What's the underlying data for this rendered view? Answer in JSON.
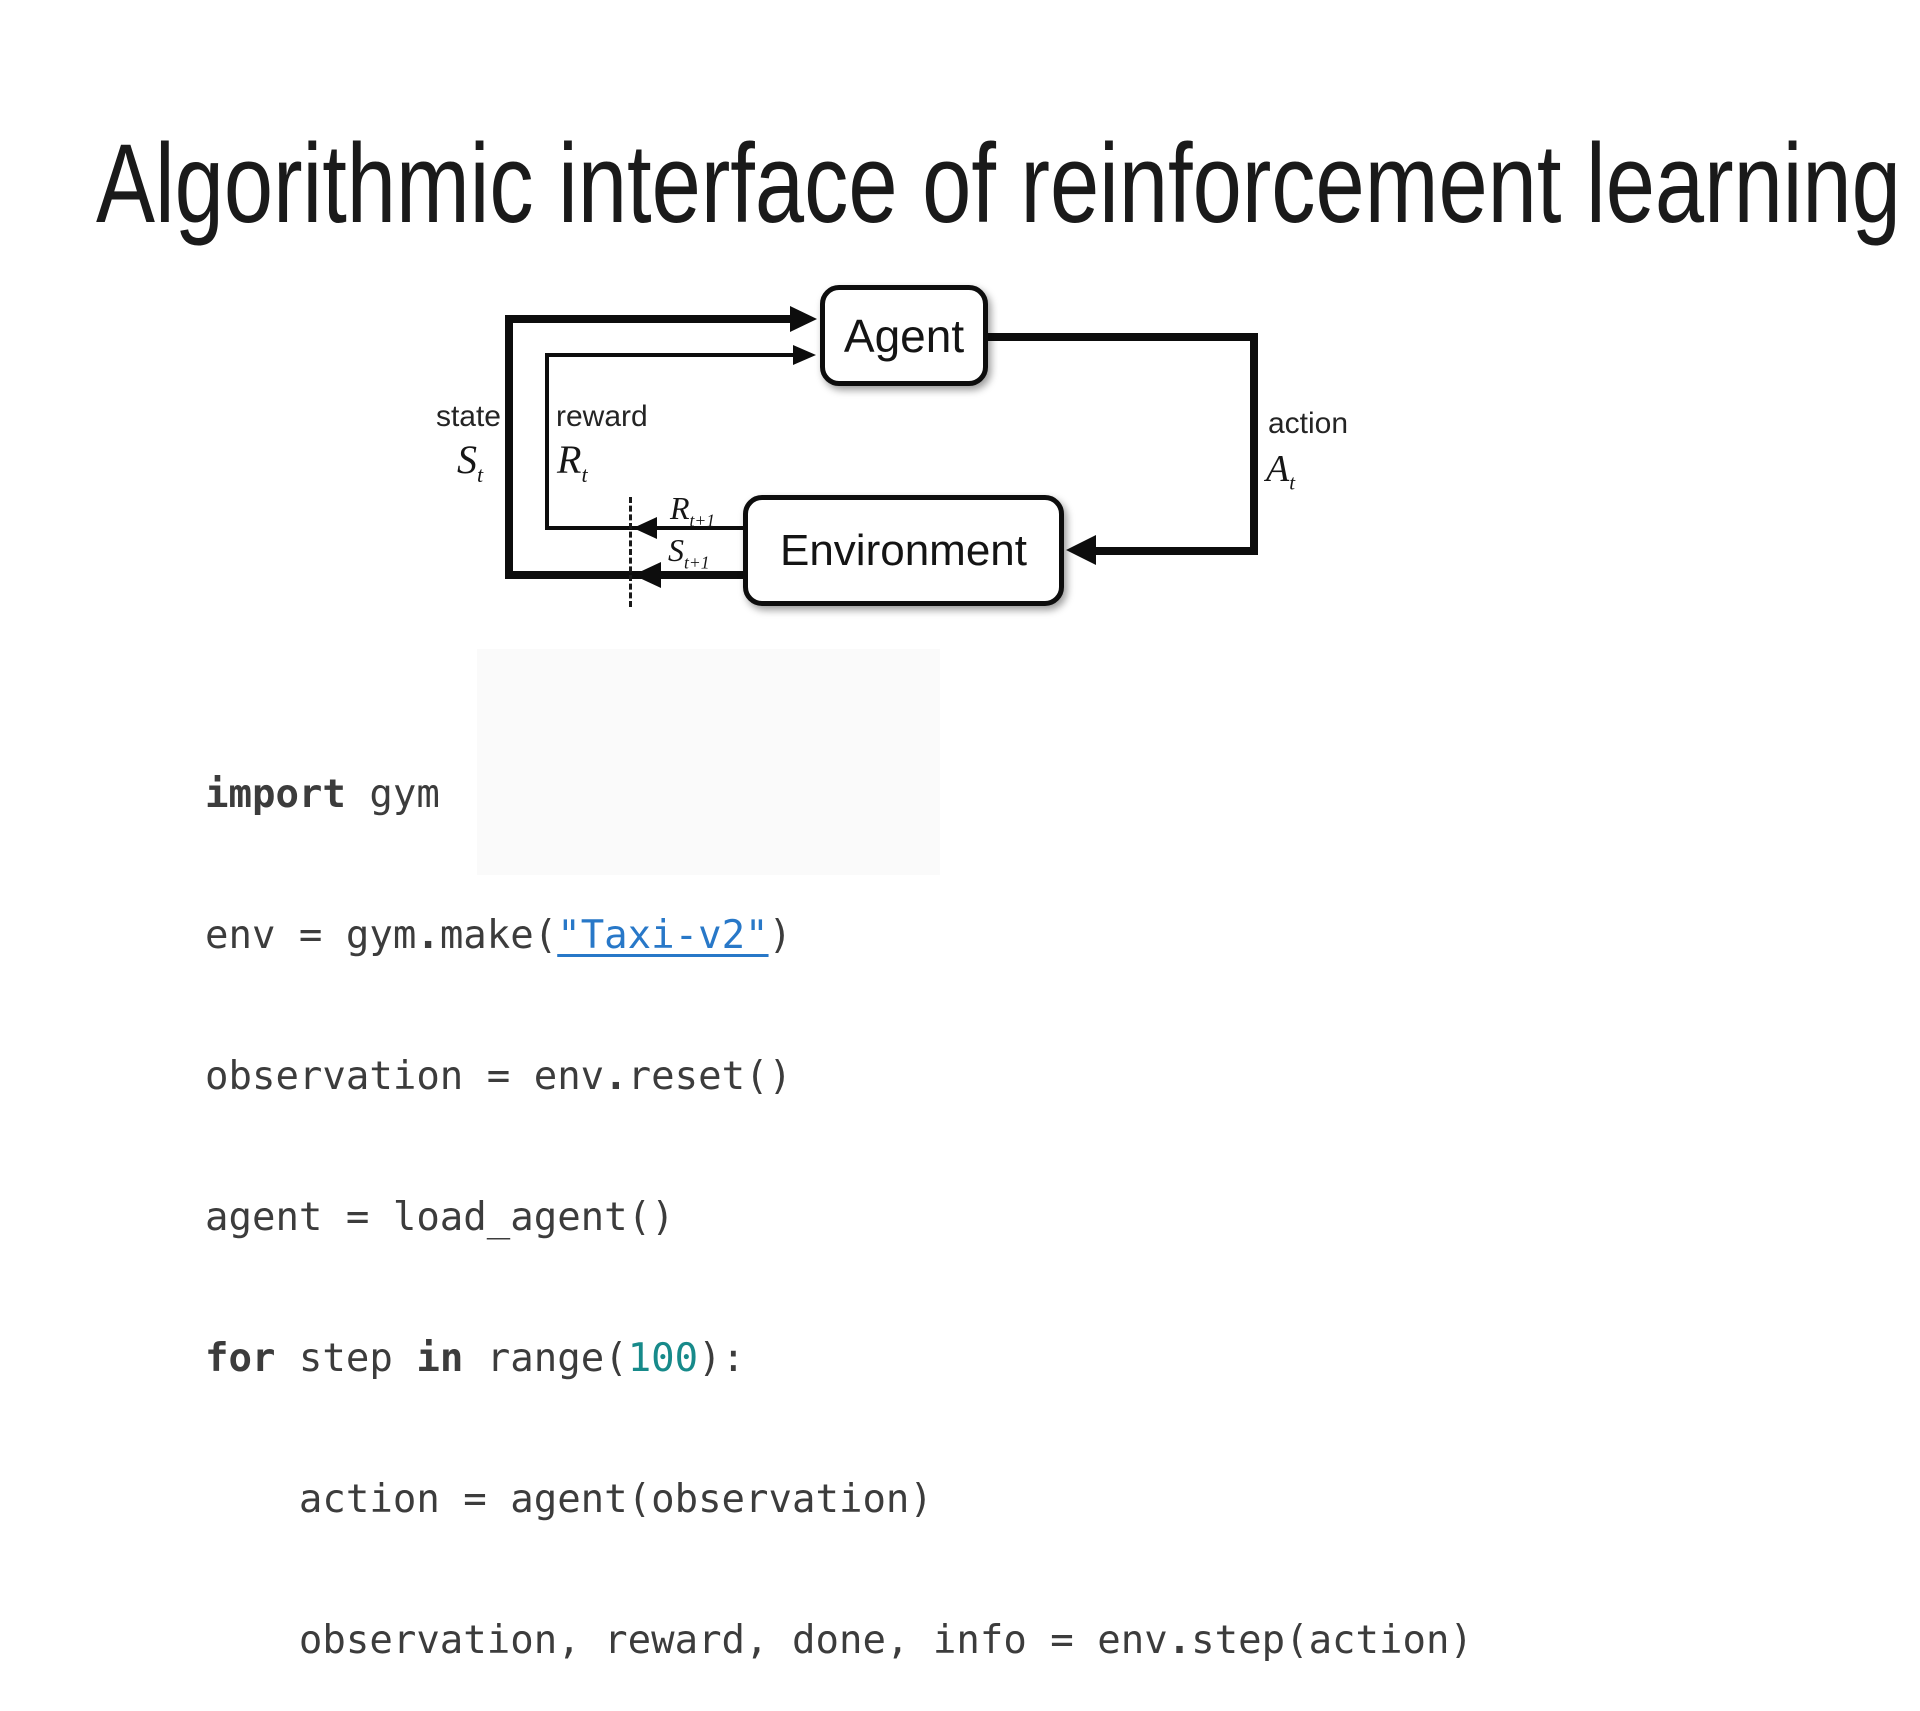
{
  "slide": {
    "title": "Algorithmic interface of reinforcement learning"
  },
  "diagram": {
    "agent_label": "Agent",
    "environment_label": "Environment",
    "state_label": "state",
    "state_symbol": "S",
    "state_symbol_sub": "t",
    "reward_label": "reward",
    "reward_symbol": "R",
    "reward_symbol_sub": "t",
    "action_label": "action",
    "action_symbol": "A",
    "action_symbol_sub": "t",
    "next_reward_symbol": "R",
    "next_reward_sub": "t+1",
    "next_state_symbol": "S",
    "next_state_sub": "t+1"
  },
  "code": {
    "lines": [
      {
        "tokens": [
          {
            "s": "kw",
            "t": "import"
          },
          {
            "s": "p",
            "t": " gym"
          }
        ]
      },
      {
        "tokens": [
          {
            "s": "p",
            "t": "env = gym"
          },
          {
            "s": "op",
            "t": "."
          },
          {
            "s": "p",
            "t": "make("
          },
          {
            "s": "link",
            "t": "\"Taxi-v2\""
          },
          {
            "s": "p",
            "t": ")"
          }
        ]
      },
      {
        "tokens": [
          {
            "s": "p",
            "t": "observation = env"
          },
          {
            "s": "op",
            "t": "."
          },
          {
            "s": "p",
            "t": "reset()"
          }
        ]
      },
      {
        "tokens": [
          {
            "s": "p",
            "t": "agent = load_agent()"
          }
        ]
      },
      {
        "tokens": [
          {
            "s": "kw",
            "t": "for"
          },
          {
            "s": "p",
            "t": " step "
          },
          {
            "s": "kw",
            "t": "in"
          },
          {
            "s": "p",
            "t": " range("
          },
          {
            "s": "num",
            "t": "100"
          },
          {
            "s": "p",
            "t": "):"
          }
        ]
      },
      {
        "tokens": [
          {
            "s": "p",
            "t": "    action = agent(observation)"
          }
        ]
      },
      {
        "tokens": [
          {
            "s": "p",
            "t": "    observation, reward, done, info = env"
          },
          {
            "s": "op",
            "t": "."
          },
          {
            "s": "p",
            "t": "step(action)"
          }
        ]
      }
    ]
  },
  "colors": {
    "link_blue": "#2878c8",
    "number_teal": "#178a8a",
    "code_text": "#3c3c3c",
    "diagram_ink": "#0d0d0d"
  }
}
